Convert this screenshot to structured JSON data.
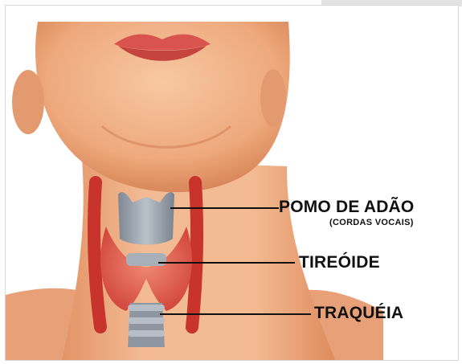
{
  "labels": {
    "pomo": "POMO DE ADÃO",
    "cordas": "(CORDAS VOCAIS)",
    "tireoide": "TIREÓIDE",
    "traqueia": "TRAQUÉIA"
  },
  "colors": {
    "skin": "#f1b48a",
    "skin_shadow": "#d98a5e",
    "lips": "#d9544f",
    "thyroid": "#e0574a",
    "artery": "#c8342c",
    "cartilage": "#9aa3ad",
    "leader_line": "#111111"
  }
}
